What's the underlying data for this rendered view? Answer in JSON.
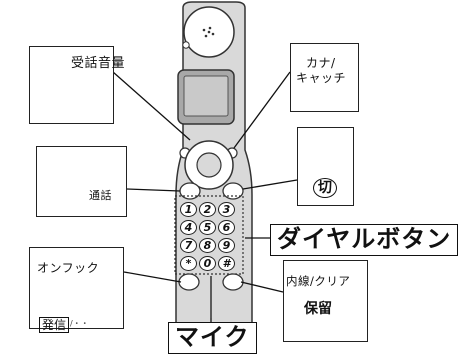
{
  "labels": {
    "volume": "受話音量",
    "kana_catch_1": "カナ/",
    "kana_catch_2": "キャッチ",
    "talk": "通話",
    "off": "切",
    "dial_buttons": "ダイヤルボタン",
    "on_hook": "オンフック",
    "send": "発信",
    "send_suffix": "/・・",
    "intercom_clear": "内線/クリア",
    "hold": "保留",
    "mic": "マイク"
  },
  "keypad": [
    [
      "1",
      "2",
      "3"
    ],
    [
      "4",
      "5",
      "6"
    ],
    [
      "7",
      "8",
      "9"
    ],
    [
      "*",
      "0",
      "#"
    ]
  ],
  "icons": [
    "handset-receiver-icon",
    "speaker-icon",
    "phone-off-icon",
    "phone-talk-icon"
  ]
}
